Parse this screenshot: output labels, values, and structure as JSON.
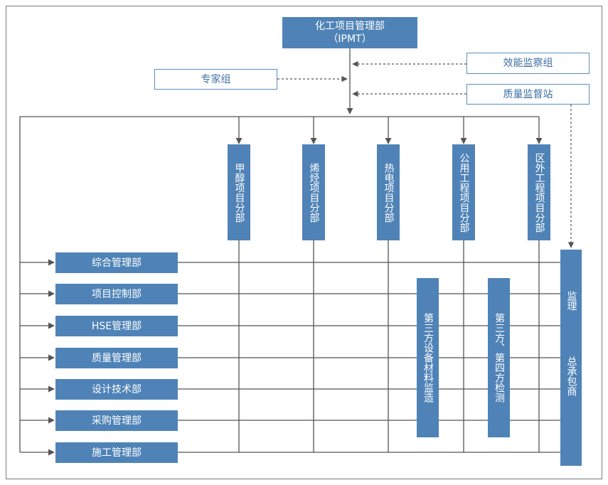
{
  "top": {
    "title_line1": "化工项目管理部",
    "title_line2": "（IPMT）"
  },
  "side_boxes": {
    "experts": "专家组",
    "efficiency": "效能监察组",
    "quality_station": "质量监督站"
  },
  "sub_departments": [
    "甲醇项目分部",
    "烯烃项目分部",
    "热电项目分部",
    "公用工程项目分部",
    "区外工程项目分部"
  ],
  "functional_departments": [
    "综合管理部",
    "项目控制部",
    "HSE管理部",
    "质量管理部",
    "设计技术部",
    "采购管理部",
    "施工管理部"
  ],
  "third_party": {
    "equipment": "第三方设备材料监造",
    "inspection": "第三方、第四方检测"
  },
  "contractor": {
    "part1": "监理",
    "part2": "总承包商"
  },
  "colors": {
    "box_fill": "#4f83b7",
    "outline": "#5a8fc3",
    "line": "#555555"
  }
}
